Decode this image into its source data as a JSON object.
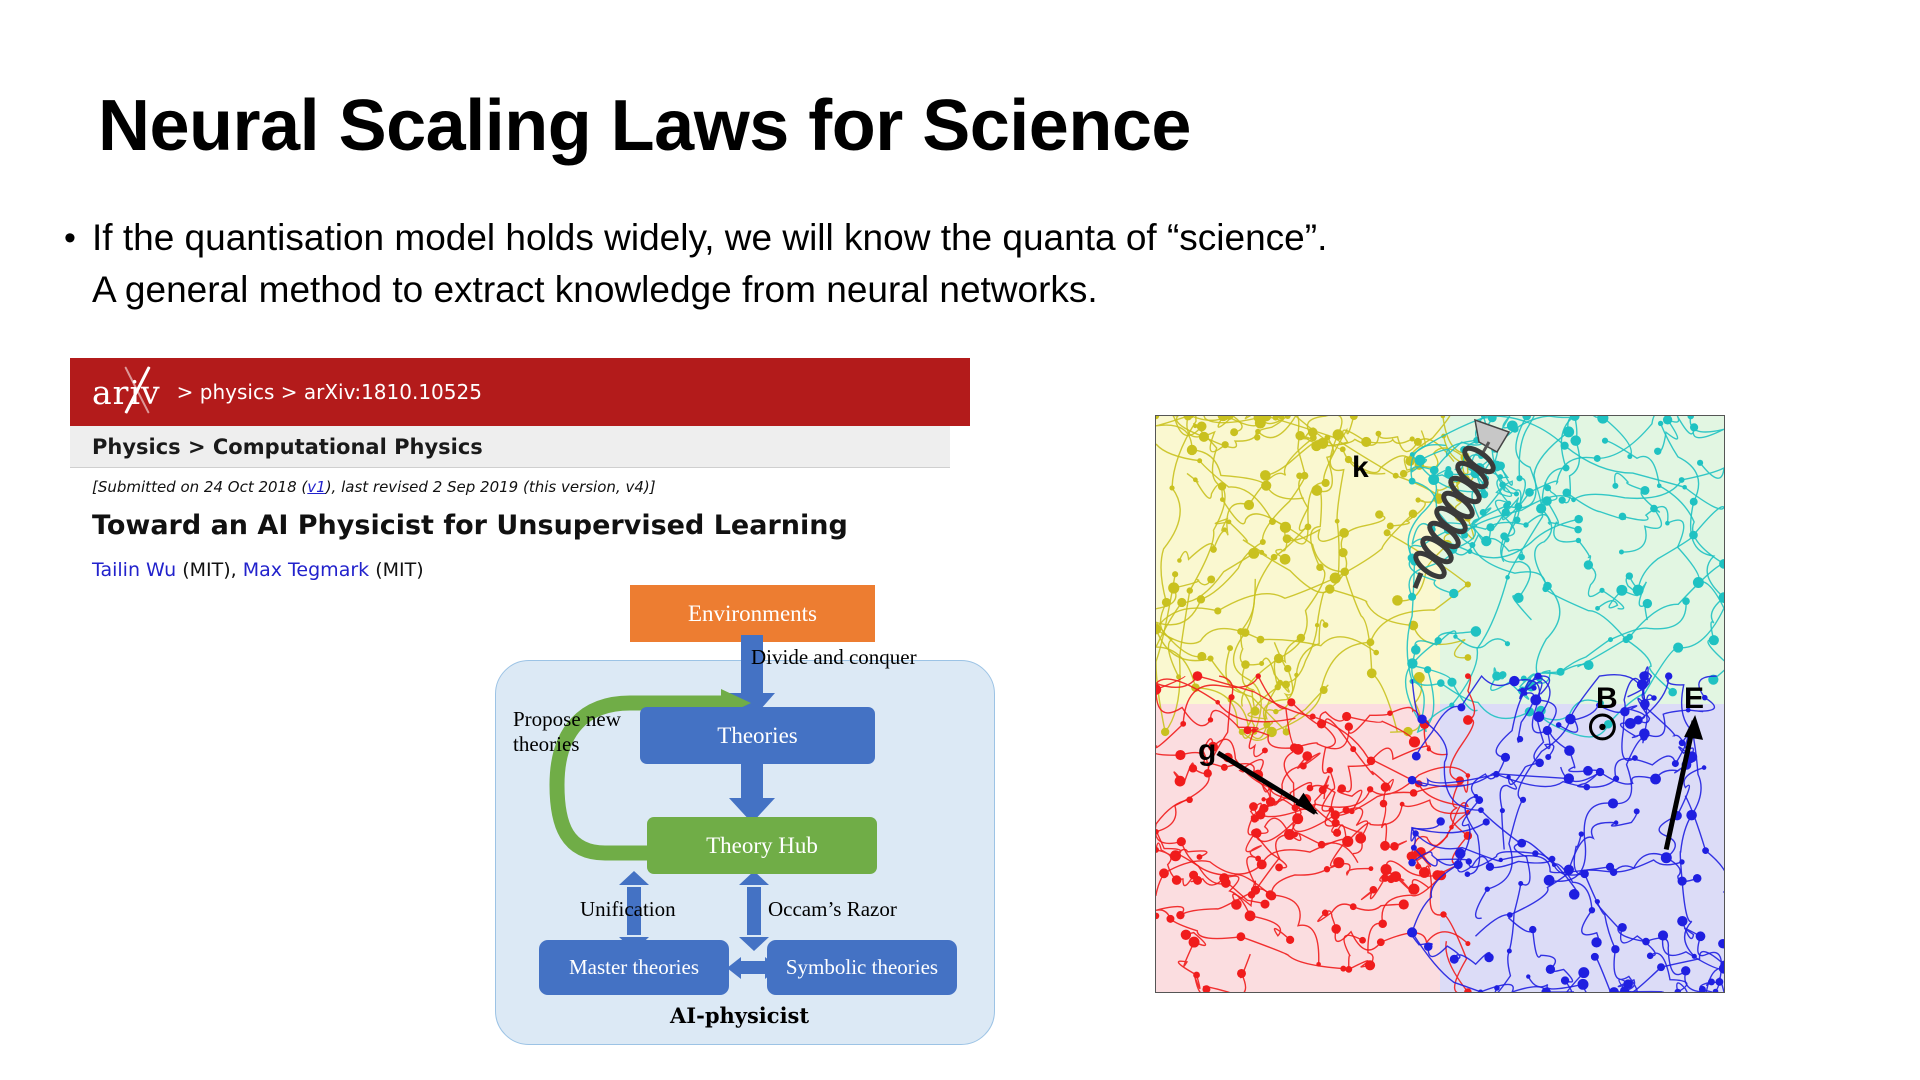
{
  "slide": {
    "title": "Neural Scaling Laws for Science",
    "bullet_marker": "•",
    "bullet_line1": "If the quantisation model holds widely, we will know the quanta of “science”.",
    "bullet_line2": "A general method to extract knowledge from neural networks."
  },
  "arxiv": {
    "logo": "ar iv",
    "logo_left": "ar",
    "logo_right": "iv",
    "breadcrumb": "> physics > arXiv:1810.10525",
    "subject_bar": "Physics > Computational Physics",
    "submitted_prefix": "[Submitted on 24 Oct 2018 (",
    "submitted_version": "v1",
    "submitted_suffix": "), last revised 2 Sep 2019 (this version, v4)]",
    "paper_title": "Toward an AI Physicist for Unsupervised Learning",
    "author1": "Tailin Wu",
    "author1_affil": " (MIT), ",
    "author2": "Max Tegmark",
    "author2_affil": " (MIT)",
    "brand_color": "#b31b1b"
  },
  "diagram": {
    "caption": "AI-physicist",
    "environments": "Environments",
    "theories": "Theories",
    "theory_hub": "Theory Hub",
    "master_theories": "Master theories",
    "symbolic_theories": "Symbolic theories",
    "divide_and_conquer": "Divide and conquer",
    "propose_new_theories": "Propose new theories",
    "unification": "Unification",
    "occams_razor": "Occam’s Razor",
    "colors": {
      "environments": "#ED7D31",
      "theories": "#4472C4",
      "theory_hub": "#70AD47",
      "panel": "#DCE9F5",
      "arrow_blue": "#4472C4",
      "arrow_green": "#70AD47"
    }
  },
  "physics_plot": {
    "labels": {
      "spring_constant": "k",
      "gravity": "g",
      "magnetic_field": "B",
      "electric_field": "E"
    },
    "quadrants": [
      {
        "name": "harmonic-oscillator",
        "position": "top-left",
        "bg": "#FAF8D0",
        "trace_color": "#C9C11F"
      },
      {
        "name": "electromagnetic-upper",
        "position": "top-right",
        "bg": "#E2F6E2",
        "trace_color": "#1FC2C2"
      },
      {
        "name": "gravity",
        "position": "bottom-left",
        "bg": "#FBDDE0",
        "trace_color": "#F01C1C"
      },
      {
        "name": "electromagnetic-lower",
        "position": "bottom-right",
        "bg": "#DCDCF7",
        "trace_color": "#1F1FE0"
      }
    ]
  }
}
